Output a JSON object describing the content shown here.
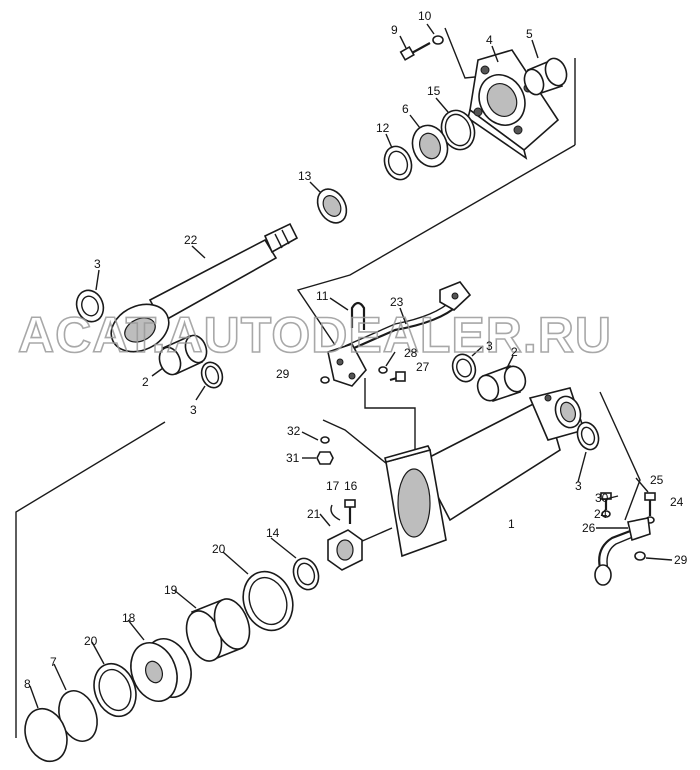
{
  "watermark": "ACAT.AUTODEALER.RU",
  "callouts": {
    "c9": "9",
    "c10": "10",
    "c4": "4",
    "c5": "5",
    "c15": "15",
    "c6": "6",
    "c12": "12",
    "c13": "13",
    "c22": "22",
    "c3a": "3",
    "c11": "11",
    "c23": "23",
    "c2a": "2",
    "c3b": "3",
    "c29a": "29",
    "c28": "28",
    "c27": "27",
    "c3c": "3",
    "c2b": "2",
    "c32": "32",
    "c31": "31",
    "c3d": "3",
    "c25": "25",
    "c30": "30",
    "c24a": "24",
    "c24b": "24",
    "c17": "17",
    "c16": "16",
    "c21": "21",
    "c1": "1",
    "c26": "26",
    "c29b": "29",
    "c14": "14",
    "c20a": "20",
    "c19": "19",
    "c18": "18",
    "c20b": "20",
    "c7": "7",
    "c8": "8"
  }
}
